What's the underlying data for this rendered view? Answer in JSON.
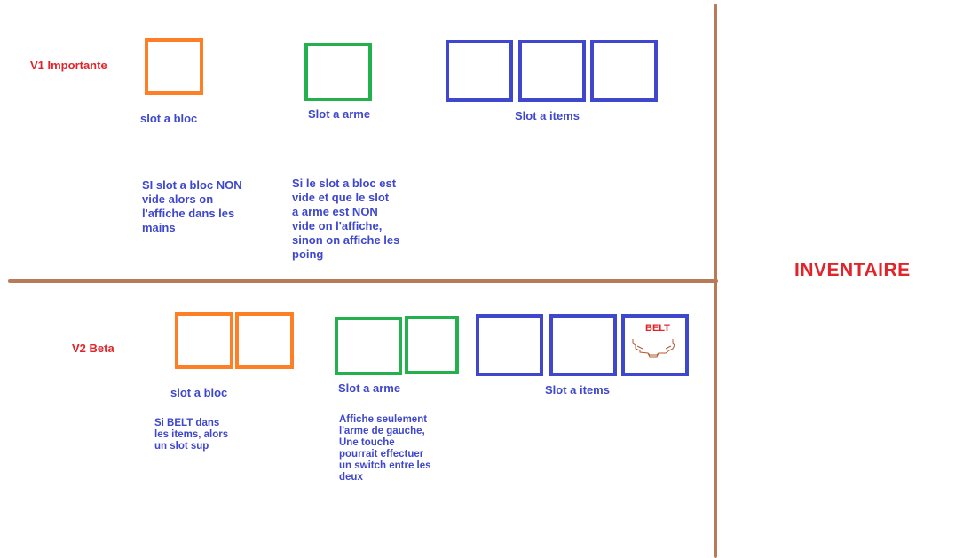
{
  "colors": {
    "divider": "#b97a57",
    "heading_red": "#e0242a",
    "text_blue": "#3f48cc",
    "slot_bloc": "#ff7f27",
    "slot_arme": "#22b14c",
    "slot_items": "#3f48cc"
  },
  "inventory_title": "INVENTAIRE",
  "v1": {
    "title": "V1 Importante",
    "slot_bloc_label": "slot a bloc",
    "slot_arme_label": "Slot a arme",
    "slot_items_label": "Slot a items",
    "note_bloc": "SI slot a bloc NON\nvide alors on\nl'affiche dans les\nmains",
    "note_arme": "Si le slot a bloc est\nvide et que le slot\na arme est NON\nvide on l'affiche,\nsinon on affiche les\npoing"
  },
  "v2": {
    "title": "V2 Beta",
    "slot_bloc_label": "slot a bloc",
    "slot_arme_label": "Slot a arme",
    "slot_items_label": "Slot a items",
    "belt_label": "BELT",
    "belt_icon": "belt-icon",
    "note_bloc": "Si BELT dans\nles items, alors\nun slot sup",
    "note_arme": "Affiche seulement\nl'arme de gauche,\nUne touche\npourrait effectuer\nun switch entre les\ndeux"
  }
}
